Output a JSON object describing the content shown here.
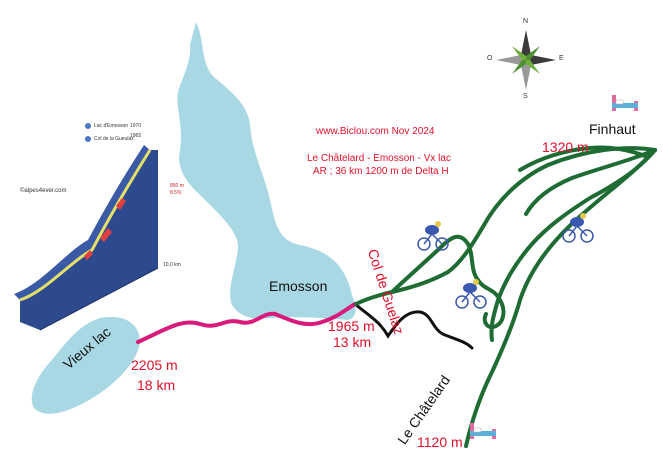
{
  "header": {
    "website": "www.Biclou.com Nov 2024",
    "route_title": "Le Châtelard - Emosson - Vx lac",
    "route_stats": "AR ; 36 km 1200 m de Delta H"
  },
  "places": {
    "finhaut": "Finhaut",
    "emosson": "Emosson",
    "vieux_lac": "Vieux lac",
    "le_chatelard": "Le Châtelard",
    "col": "Col de Guelaz"
  },
  "altitudes": {
    "finhaut": "1320 m",
    "emosson_alt": "1965 m",
    "emosson_dist": "13 km",
    "vieux_lac_alt": "2205 m",
    "vieux_lac_dist": "18 km",
    "le_chatelard": "1120 m"
  },
  "compass": {
    "n": "N",
    "s": "S",
    "e": "E",
    "o": "O"
  },
  "profile": {
    "credit": "©alpes4ever.com",
    "top_label_1": "Lac d'Emosson",
    "top_label_2": "Col de la Gueulaz",
    "top_alt_1": "1970",
    "top_alt_2": "1965",
    "side_stat_1": "850 m",
    "side_stat_2": "8.5%",
    "bottom_stat": "10,0 km"
  },
  "colors": {
    "lake": "#a9d8e5",
    "route_road": "#1e6b34",
    "route_dam": "#d81b7a",
    "route_black": "#111111",
    "text_red": "#e0102a"
  }
}
